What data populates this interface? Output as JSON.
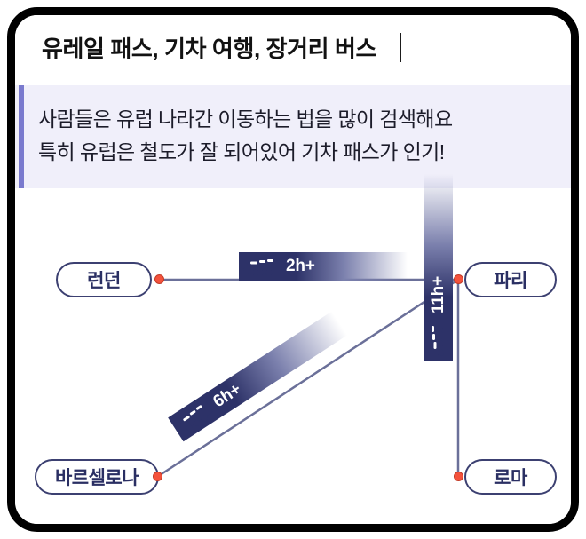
{
  "title": {
    "text": "유레일 패스, 기차 여행, 장거리 버스",
    "caret": "text-cursor"
  },
  "callout": {
    "accent_color": "#7a7ace",
    "background_color": "#f0effa",
    "lines": [
      "사람들은 유럽 나라간 이동하는 법을 많이 검색해요",
      "특히 유럽은 철도가 잘 되어있어 기차 패스가 인기!"
    ]
  },
  "diagram": {
    "node_border_color": "#3c4071",
    "node_text_color": "#2a2f63",
    "dot_color": "#f4523c",
    "line_color": "#6b7099",
    "label_color": "#2d3268",
    "nodes": [
      {
        "id": "london",
        "label": "런던"
      },
      {
        "id": "paris",
        "label": "파리"
      },
      {
        "id": "barcelona",
        "label": "바르셀로나"
      },
      {
        "id": "rome",
        "label": "로마"
      }
    ],
    "edges": [
      {
        "id": "london-paris",
        "from": "런던",
        "to": "파리",
        "duration": "2h+",
        "icon": "bus-icon"
      },
      {
        "id": "barcelona-paris",
        "from": "바르셀로나",
        "to": "파리",
        "duration": "6h+",
        "icon": "bus-icon"
      },
      {
        "id": "paris-rome",
        "from": "파리",
        "to": "로마",
        "duration": "11h+",
        "icon": "bus-icon"
      }
    ]
  }
}
